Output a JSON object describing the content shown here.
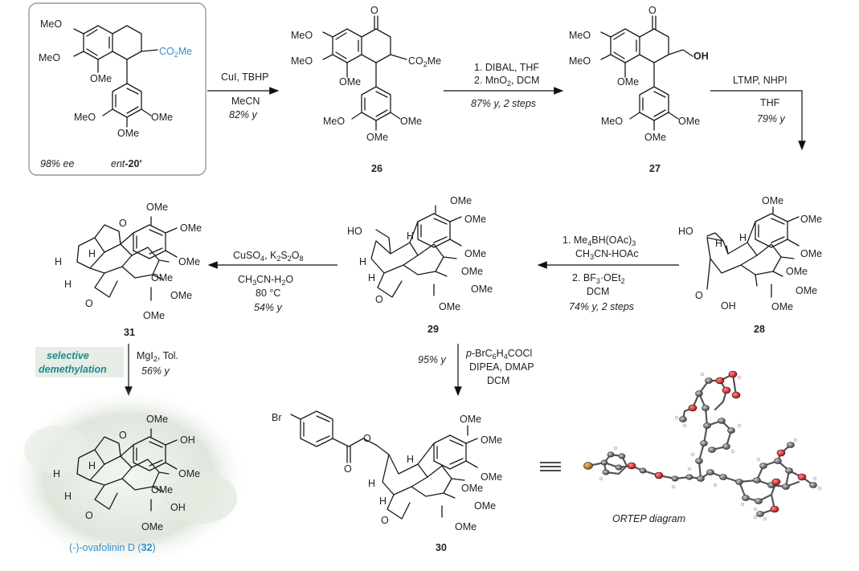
{
  "compounds": {
    "c20": {
      "label_prefix": "ent",
      "label": "-20'",
      "ee": "98% ee",
      "ester": "CO2Me"
    },
    "c26": {
      "label": "26"
    },
    "c27": {
      "label": "27"
    },
    "c28": {
      "label": "28"
    },
    "c29": {
      "label": "29"
    },
    "c30": {
      "label": "30"
    },
    "c31": {
      "label": "31"
    },
    "c32": {
      "label": "32",
      "name": "(-)-ovafolinin D ("
    }
  },
  "groups": {
    "ome": "OMe",
    "meo": "MeO",
    "oh": "OH",
    "ho": "HO",
    "o": "O",
    "h": "H",
    "co2me": "CO",
    "br": "Br"
  },
  "steps": {
    "s1": {
      "line1": "CuI, TBHP",
      "line2": "MeCN",
      "yield": "82% y"
    },
    "s2": {
      "line1": "1. DIBAL, THF",
      "line2": "2. MnO",
      "line2b": ", DCM",
      "yield": "87% y, 2 steps"
    },
    "s3": {
      "line1": "LTMP,  NHPI",
      "line2": "THF",
      "yield": "79% y"
    },
    "s4": {
      "line1a": "1. Me",
      "line1b": "BH(OAc)",
      "line2": "CH",
      "line2b": "CN-HOAc",
      "line3a": "2. BF",
      "line3b": "·OEt",
      "line4": "DCM",
      "yield": "74% y, 2 steps"
    },
    "s5": {
      "line1a": "CuSO",
      "line1b": ", K",
      "line1c": "S",
      "line1d": "O",
      "line2": "CH",
      "line2b": "CN-H",
      "line2c": "O",
      "line3": "80 °C",
      "yield": "54% y"
    },
    "s6": {
      "line1": "p",
      "line1b": "-BrC",
      "line1c": "H",
      "line1d": "COCl",
      "line2": "DIPEA, DMAP",
      "line3": "DCM",
      "yield": "95% y"
    },
    "s7": {
      "line1": "MgI",
      "line1b": ", Tol.",
      "yield": "56% y",
      "tag1": "selective",
      "tag2": "demethylation"
    }
  },
  "ortep": {
    "caption": "ORTEP diagram"
  },
  "colors": {
    "teal": "#1f8a8a",
    "blue": "#3a8fc8",
    "oxygen": "#d42a2a",
    "bromine": "#b0782a"
  }
}
